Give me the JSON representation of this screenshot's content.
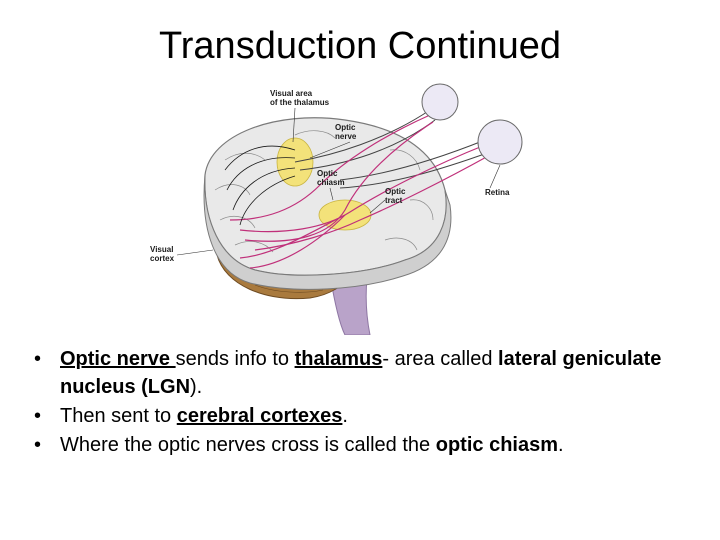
{
  "slide": {
    "title": "Transduction Continued"
  },
  "figure": {
    "labels": {
      "visual_area_line1": "Visual area",
      "visual_area_line2": "of the thalamus",
      "optic_nerve_line1": "Optic",
      "optic_nerve_line2": "nerve",
      "optic_chiasm_line1": "Optic",
      "optic_chiasm_line2": "chiasm",
      "optic_tract_line1": "Optic",
      "optic_tract_line2": "tract",
      "retina": "Retina",
      "visual_cortex_line1": "Visual",
      "visual_cortex_line2": "cortex"
    },
    "colors": {
      "thalamus_highlight": "#f3e27a",
      "nerve_fibers": "#c0307a",
      "brainstem": "#b9a3c9",
      "cerebellum": "#a97a3e"
    }
  },
  "bullets": [
    {
      "parts": [
        {
          "text": "Optic nerve ",
          "style": "bold-underline"
        },
        {
          "text": "sends info to ",
          "style": "normal"
        },
        {
          "text": "thalamus",
          "style": "bold-underline"
        },
        {
          "text": "- area called ",
          "style": "normal"
        },
        {
          "text": "lateral geniculate nucleus (LGN",
          "style": "bold"
        },
        {
          "text": ").",
          "style": "normal"
        }
      ]
    },
    {
      "parts": [
        {
          "text": "Then sent to ",
          "style": "normal"
        },
        {
          "text": "cerebral cortexes",
          "style": "bold-underline"
        },
        {
          "text": ".",
          "style": "normal"
        }
      ]
    },
    {
      "parts": [
        {
          "text": "Where the optic nerves cross is called the ",
          "style": "normal"
        },
        {
          "text": "optic chiasm",
          "style": "bold"
        },
        {
          "text": ".",
          "style": "normal"
        }
      ]
    }
  ]
}
